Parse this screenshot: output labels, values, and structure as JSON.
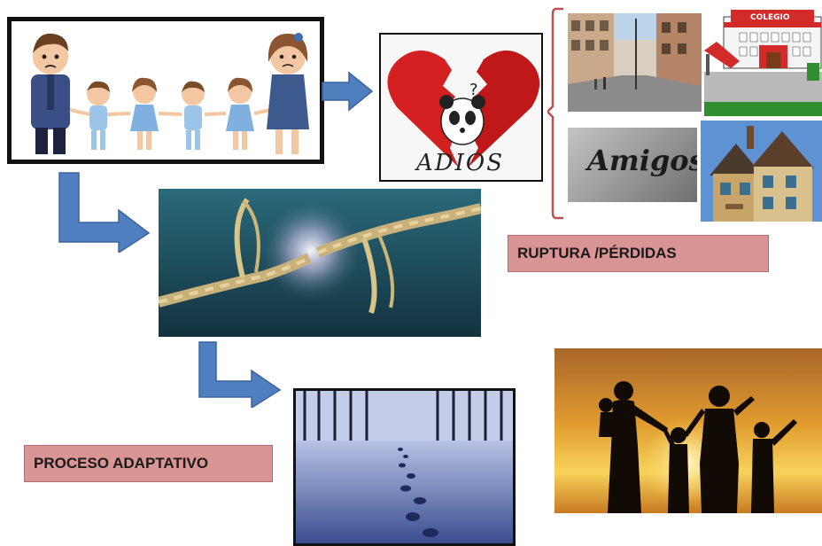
{
  "heart_image": {
    "text": "ADIOS"
  },
  "friends_image": {
    "text": "Amigos"
  },
  "school_image": {
    "sign": "COLEGIO"
  },
  "labels": {
    "ruptura": "RUPTURA /PÉRDIDAS",
    "proceso": "PROCESO ADAPTATIVO"
  },
  "colors": {
    "arrow_blue": "#4f7fbf",
    "label_pink": "#d99594",
    "bracket_red": "#c0504d",
    "heart_red": "#d42020"
  }
}
